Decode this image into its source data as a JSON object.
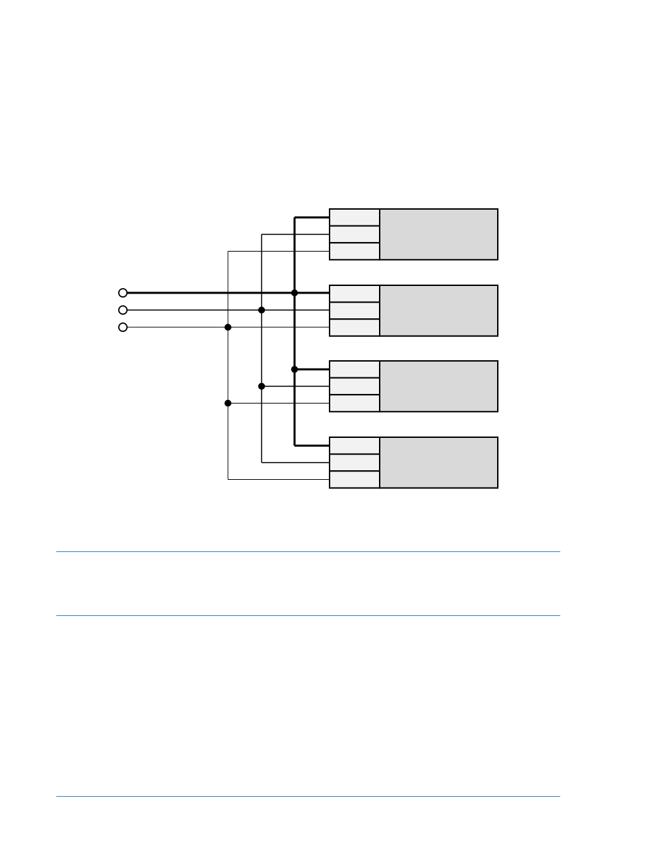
{
  "diagram": {
    "input_terminals": 3,
    "devices": 4,
    "ports_per_device": 3,
    "colors": {
      "wire": "#000000",
      "port_fill": "#f2f2f2",
      "device_body_fill": "#d9d9d9",
      "terminal_fill": "#ffffff",
      "rule": "#3a7fc0"
    }
  }
}
